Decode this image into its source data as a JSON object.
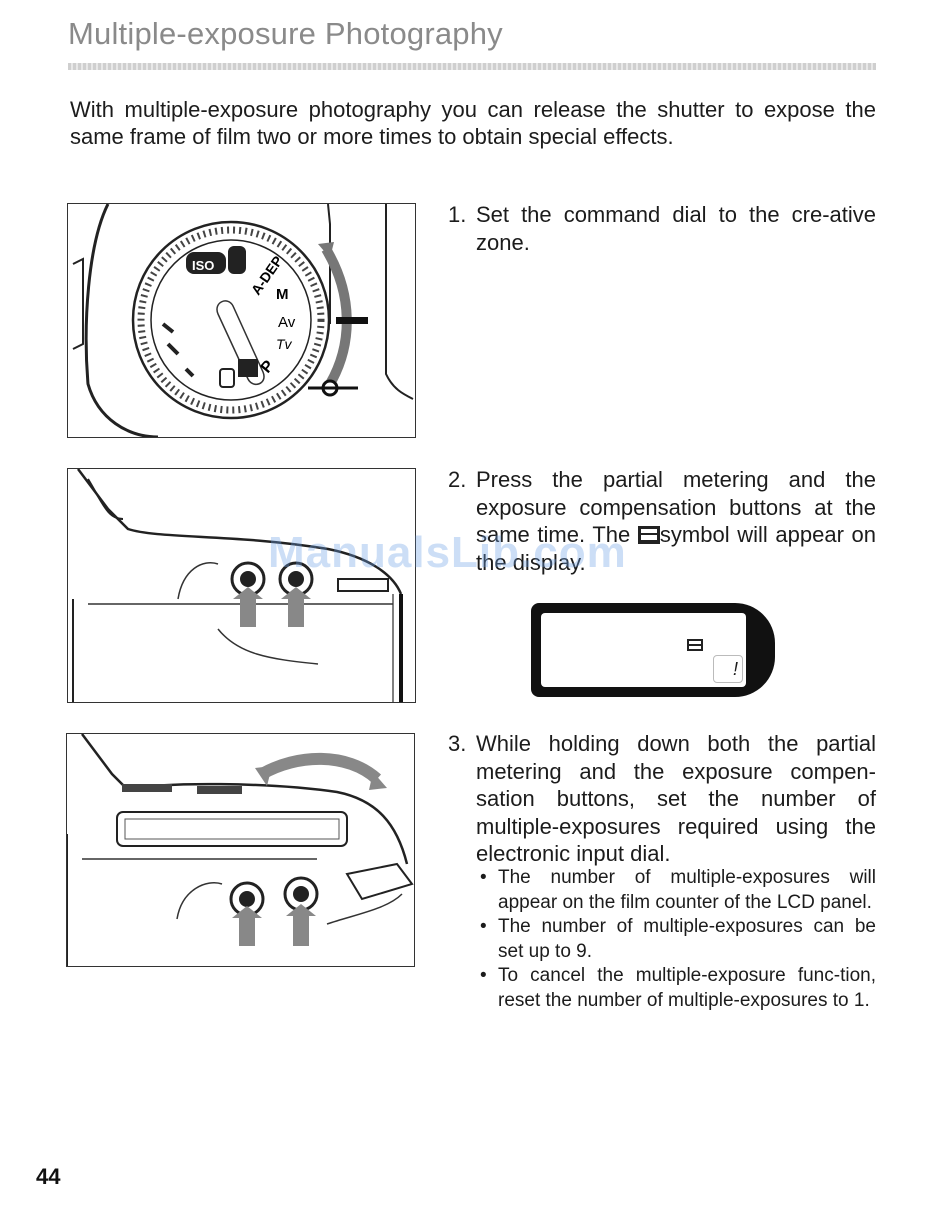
{
  "page": {
    "title": "Multiple-exposure Photography",
    "intro": "With multiple-exposure photography you can release the shutter to expose the same frame of film two or more times to obtain special effects.",
    "page_number": "44",
    "watermark": "ManualsLib.com"
  },
  "figures": {
    "dial_labels": [
      "A-DEP",
      "M",
      "Av",
      "Tv",
      "P",
      "ISO"
    ]
  },
  "steps": [
    {
      "number": "1.",
      "text": "Set the command dial to the cre-ative zone."
    },
    {
      "number": "2.",
      "text_before": "Press the partial metering and the exposure compensation buttons at the same time. The",
      "text_after": "symbol will appear on the display."
    },
    {
      "number": "3.",
      "text": "While holding down both the partial metering and the exposure compen-sation buttons, set the number of multiple-exposures required using the electronic input dial."
    }
  ],
  "bullets": [
    "The number of multiple-exposures will appear on the film counter of the LCD panel.",
    "The number of multiple-exposures can be set up to 9.",
    "To cancel the multiple-exposure func-tion, reset the number of multiple-exposures to 1."
  ],
  "lcd": {
    "counter": "!"
  },
  "icons": {
    "bullet": "•",
    "multi_exposure": "multi-exposure-icon"
  }
}
